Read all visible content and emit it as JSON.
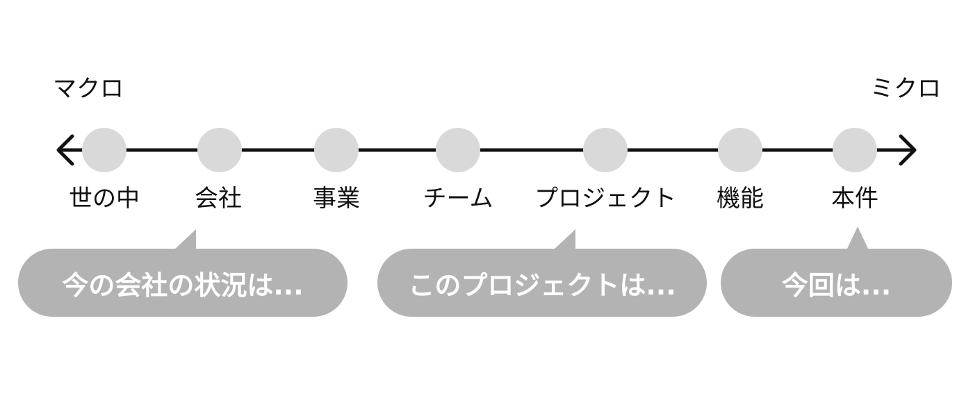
{
  "axis": {
    "start_label": "マクロ",
    "end_label": "ミクロ"
  },
  "levels": [
    {
      "label": "世の中"
    },
    {
      "label": "会社"
    },
    {
      "label": "事業"
    },
    {
      "label": "チーム"
    },
    {
      "label": "プロジェクト"
    },
    {
      "label": "機能"
    },
    {
      "label": "本件"
    }
  ],
  "callouts": [
    {
      "text": "今の会社の状況は...",
      "points_to": "会社"
    },
    {
      "text": "このプロジェクトは...",
      "points_to": "プロジェクト"
    },
    {
      "text": "今回は...",
      "points_to": "本件"
    }
  ],
  "colors": {
    "line": "#111111",
    "node": "#d9d9d9",
    "callout": "#b3b3b3",
    "callout_text": "#ffffff"
  }
}
